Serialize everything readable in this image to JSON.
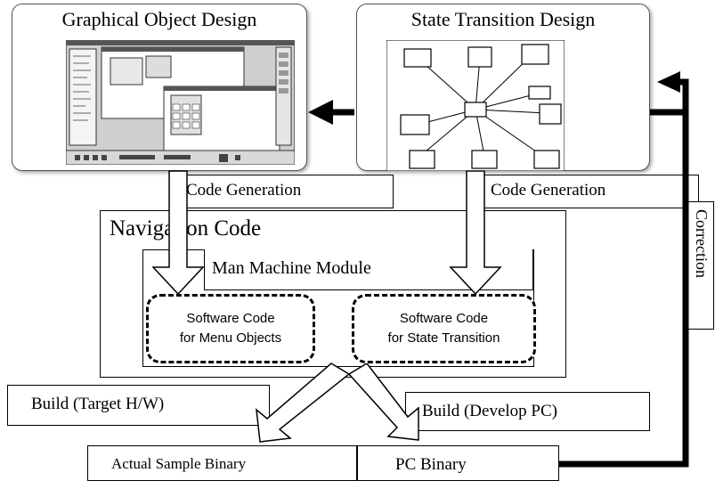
{
  "panels": {
    "graphical": {
      "title": "Graphical Object Design"
    },
    "state": {
      "title": "State Transition Design"
    }
  },
  "labels": {
    "code_gen_left": "Code Generation",
    "code_gen_right": "Code Generation",
    "navigation_code": "Navigation Code",
    "man_machine_module": "Man Machine Module",
    "build_target": "Build (Target H/W)",
    "build_develop": "Build (Develop PC)",
    "actual_binary": "Actual Sample Binary",
    "pc_binary": "PC Binary",
    "correction": "Correction"
  },
  "software_code": {
    "menu": {
      "line1": "Software Code",
      "line2": "for Menu Objects"
    },
    "state": {
      "line1": "Software Code",
      "line2": "for State Transition"
    }
  }
}
